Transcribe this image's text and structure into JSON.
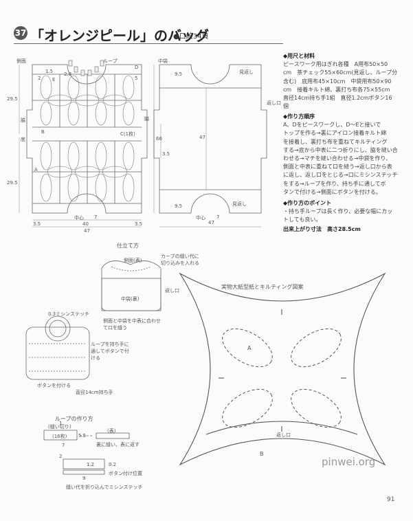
{
  "header": {
    "number": "37",
    "title": "「オレンジピール」のバッグ",
    "subtitle": "●口絵34頁"
  },
  "materials": {
    "heading": "◆用尺と材料",
    "lines": [
      "ピースワーク用はぎれ各種　A用布50×50",
      "cm　茶チェック55×60cm(見返し、ループ分",
      "含む)　底用布45×10cm　中袋用布50×90",
      "cm　接着キルト綿、裏打ち布各75×55cm",
      "直径14cm持ち手1組　直径1.2cmボタン16",
      "個"
    ]
  },
  "steps": {
    "heading": "◆作り方順序",
    "lines": [
      "A、Dをピースワークし、D〜Eと接いで",
      "トップを作る→裏にアイロン接着キルト綿",
      "を接着し、裏打ち布を重ねてキルティング",
      "する→底から中表に二つ折りにし、脇を縫い合",
      "わせる→マチを縫い合わせる→中袋を作り、",
      "側面と中表に重ねて口を縫う→返し口から表",
      "に返し、返し口をとじる→口にミシンステッチ",
      "をする→ループを作り、持ち手に通してボ",
      "タンで付ける→側面にボタンを付ける。"
    ]
  },
  "points": {
    "heading": "◆作り方のポイント",
    "lines": [
      "・持ち手ループは長く作り、必要な幅にカッ",
      "トしても良い。"
    ]
  },
  "finished": "出来上がり寸法　高さ28.5cm",
  "diagrams": {
    "front": {
      "label_side": "側面",
      "label_loop": "ループ",
      "label_waki": "脇",
      "label_bottom": "底",
      "label_center": "中心",
      "dim_15": "1.5",
      "dim_28": "2.8",
      "dim_5": "5",
      "dim_2": "2",
      "dim_29_5_top": "29.5",
      "dim_29_5_bottom": "29.5",
      "dim_66": "66",
      "dim_7": "7",
      "dim_40": "40",
      "dim_35l": "3.5",
      "dim_35r": "3.5",
      "dim_47": "47",
      "label_B": "B",
      "label_C": "C(1枚)",
      "label_D": "D",
      "label_E": "E",
      "label_A": "A"
    },
    "lining": {
      "label": "中袋",
      "label_facing_top": "見返し",
      "label_facing_bottom": "見返し",
      "label_opening": "返し口",
      "dim_95_top": "9.5",
      "dim_95_bottom": "9.5",
      "dim_47h": "47",
      "dim_47w": "47",
      "dim_35": "3.5",
      "dim_7": "7",
      "label_center": "中心"
    },
    "assembly": {
      "title": "仕立て方",
      "note_top": "カーブの縫い代に切り込みを入れる",
      "label_side": "側面(表)",
      "label_lining": "中袋(裏)",
      "label_opening": "返し口",
      "note_bottom": "側面と中袋を中表に合わせて口を縫う"
    },
    "finish": {
      "stitch": "0.3ミシンステッチ",
      "loop_note": "ループを持ち手に通してボタンで付ける",
      "button": "ボタンを付ける",
      "handle": "直径14cm持ち手"
    },
    "loop": {
      "title": "ループの作り方",
      "cut": "(縫い切り)",
      "count": "(16枚)",
      "dim_55": "5.5",
      "dim_7": "7",
      "omote": "(表)",
      "fold_note": "裏に縫い、表に返す",
      "dim_12": "1.2",
      "dim_02": "0.2",
      "dim_9": "9",
      "step1": "1",
      "step2": "2",
      "button_pos": "ボタン付け位置",
      "stitch_note": "縫い代を折り込んでミシンステッチ"
    },
    "template": {
      "title": "実物大紙型紙とキルティング図案",
      "label_A": "A",
      "label_B": "B",
      "label_opening": "返し口"
    }
  },
  "page_number": "91",
  "watermark": "pinwei.org"
}
